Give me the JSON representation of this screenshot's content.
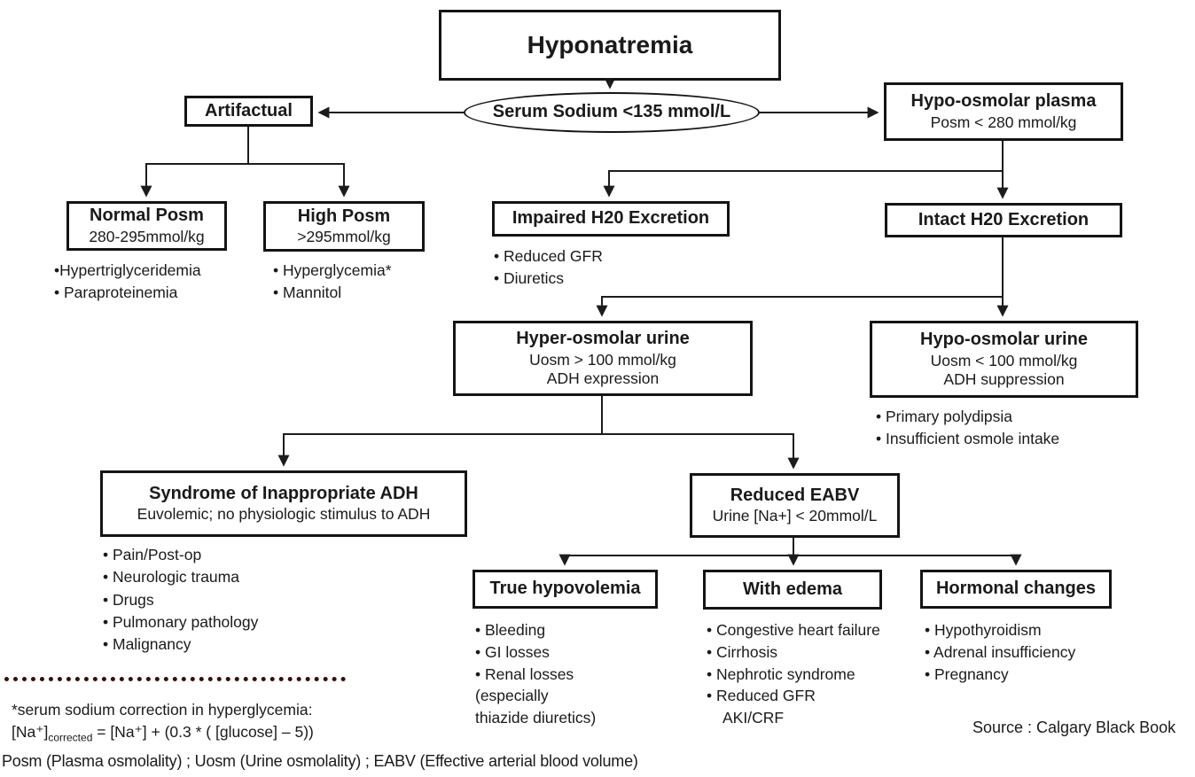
{
  "colors": {
    "line": "#1c1c1c",
    "box_border": "#141414",
    "dotted_divider": "#3a0d0d",
    "background": "#ffffff",
    "text": "#1a1a1a"
  },
  "root": {
    "title": "Hyponatremia"
  },
  "decision": {
    "label": "Serum Sodium <135 mmol/L"
  },
  "nodes": {
    "artifactual": {
      "title": "Artifactual"
    },
    "hypo_osmolar_plasma": {
      "title": "Hypo-osmolar plasma",
      "subtitle": "Posm < 280 mmol/kg"
    },
    "normal_posm": {
      "title": "Normal Posm",
      "subtitle": "280-295mmol/kg",
      "bullets": [
        "•Hypertriglyceridemia",
        "• Paraproteinemia"
      ]
    },
    "high_posm": {
      "title": "High Posm",
      "subtitle": ">295mmol/kg",
      "bullets": [
        "• Hyperglycemia*",
        "• Mannitol"
      ]
    },
    "impaired_h2o": {
      "title": "Impaired H20 Excretion",
      "bullets": [
        "• Reduced GFR",
        "• Diuretics"
      ]
    },
    "intact_h2o": {
      "title": "Intact H20 Excretion"
    },
    "hyper_osmolar_urine": {
      "title": "Hyper-osmolar urine",
      "line2": "Uosm > 100 mmol/kg",
      "line3": "ADH expression"
    },
    "hypo_osmolar_urine": {
      "title": "Hypo-osmolar urine",
      "line2": "Uosm < 100 mmol/kg",
      "line3": "ADH suppression",
      "bullets": [
        "• Primary polydipsia",
        "• Insufficient osmole intake"
      ]
    },
    "siadh": {
      "title": "Syndrome of Inappropriate ADH",
      "subtitle": "Euvolemic; no physiologic stimulus to ADH",
      "bullets": [
        "• Pain/Post-op",
        "• Neurologic trauma",
        "• Drugs",
        "• Pulmonary pathology",
        "• Malignancy"
      ]
    },
    "reduced_eabv": {
      "title": "Reduced EABV",
      "subtitle": "Urine [Na+] < 20mmol/L"
    },
    "true_hypovolemia": {
      "title": "True hypovolemia",
      "bullets": [
        "• Bleeding",
        "• GI losses",
        "• Renal losses",
        "(especially",
        "thiazide diuretics)"
      ]
    },
    "with_edema": {
      "title": "With edema",
      "bullets": [
        "• Congestive heart failure",
        "• Cirrhosis",
        "• Nephrotic syndrome",
        "• Reduced GFR",
        "AKI/CRF"
      ]
    },
    "hormonal_changes": {
      "title": "Hormonal changes",
      "bullets": [
        "• Hypothyroidism",
        "• Adrenal insufficiency",
        "• Pregnancy"
      ]
    }
  },
  "footnote": {
    "line1": "*serum sodium correction in hyperglycemia:",
    "formula_base": "[Na⁺]",
    "formula_sub": "corrected",
    "formula_rest": " = [Na⁺] + (0.3 * ( [glucose] – 5))"
  },
  "source_credit": "Source : Calgary Black Book",
  "legend": "Posm (Plasma osmolality) ; Uosm (Urine osmolality) ; EABV (Effective arterial blood volume)"
}
